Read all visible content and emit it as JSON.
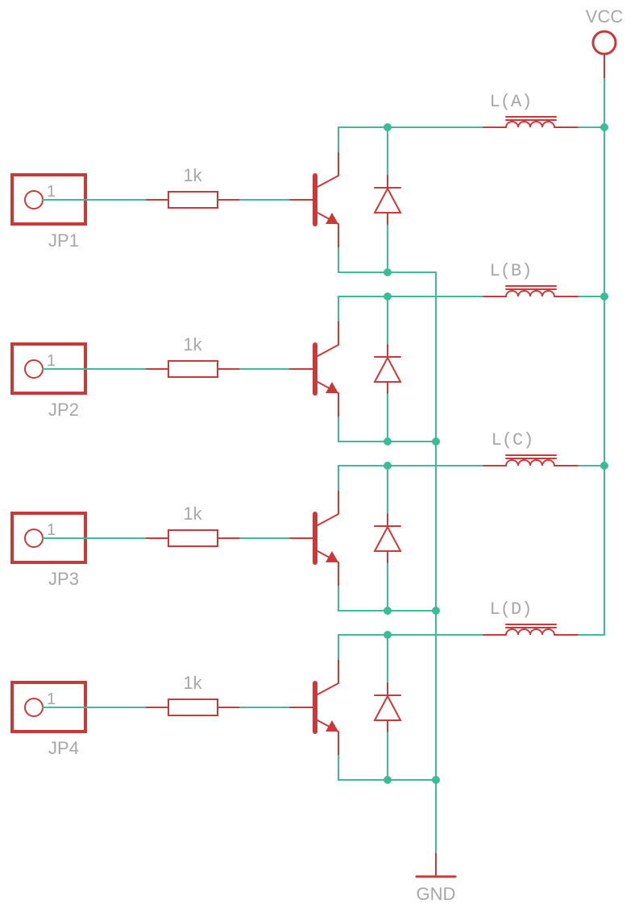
{
  "power": {
    "vcc": "VCC",
    "gnd": "GND"
  },
  "colors": {
    "net": "#3dbb97",
    "symbol": "#c83a3a",
    "label": "#a7a7a7"
  },
  "stages": [
    {
      "connector": "JP1",
      "pin": "1",
      "resistor": "1k",
      "coil": "L(A)"
    },
    {
      "connector": "JP2",
      "pin": "1",
      "resistor": "1k",
      "coil": "L(B)"
    },
    {
      "connector": "JP3",
      "pin": "1",
      "resistor": "1k",
      "coil": "L(C)"
    },
    {
      "connector": "JP4",
      "pin": "1",
      "resistor": "1k",
      "coil": "L(D)"
    }
  ]
}
